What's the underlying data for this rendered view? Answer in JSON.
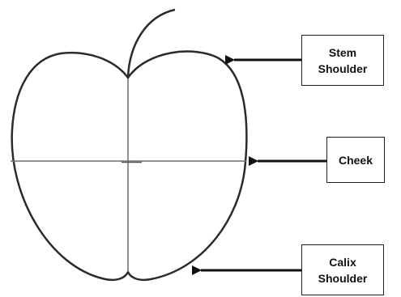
{
  "colors": {
    "outline": "#2b2b2b",
    "guide_lines": "#6e6e6e",
    "arrow": "#111111"
  },
  "labels": {
    "stem_shoulder": [
      "Stem",
      "Shoulder"
    ],
    "cheek": [
      "Cheek"
    ],
    "calix_shoulder": [
      "Calix",
      "Shoulder"
    ]
  }
}
